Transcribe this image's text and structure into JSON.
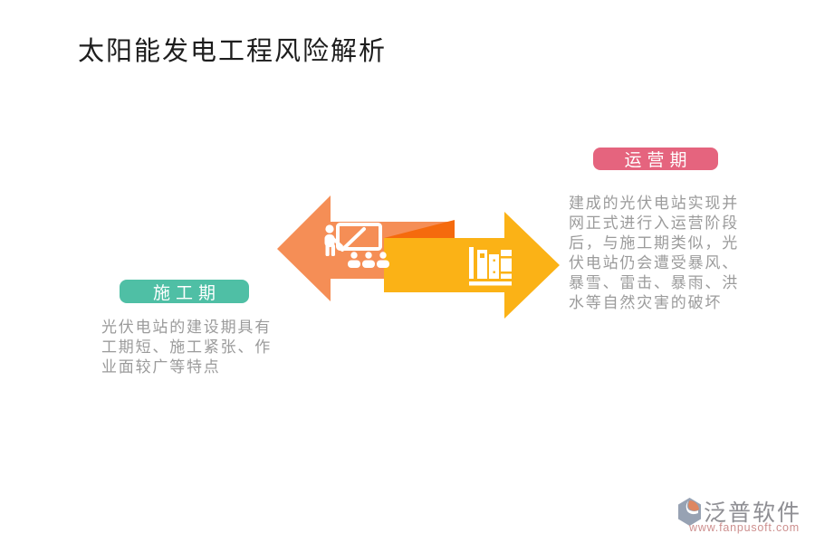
{
  "page": {
    "background": "#ffffff"
  },
  "title": {
    "text": "太阳能发电工程风险解析",
    "color": "#1d1d1d"
  },
  "diagram": {
    "left_arrow_color": "#f58e56",
    "fold_color": "#f56a0d",
    "right_arrow_color": "#fbb216",
    "icon_color": "#ffffff",
    "icons": {
      "left": "presentation-icon",
      "right": "books-shelf-icon"
    },
    "construction": {
      "label": "施工期",
      "label_bg": "#4fbfa5",
      "description": [
        "光伏电站的建设期具有",
        "工期短、施工紧张、作",
        "业面较广等特点"
      ]
    },
    "operation": {
      "label": "运营期",
      "label_bg": "#e5647e",
      "description": [
        "建成的光伏电站实现并",
        "网正式进行入运营阶段",
        "后，与施工期类似，光",
        "伏电站仍会遭受暴风、",
        "暴雪、雷击、暴雨、洪",
        "水等自然灾害的破坏"
      ]
    },
    "text_color": "#9b9b9b"
  },
  "footer_logo": {
    "brand": "泛普软件",
    "url": "www.fanpusoft.com",
    "brand_color": "#8f8f94",
    "url_color": "#cd8f8e"
  }
}
